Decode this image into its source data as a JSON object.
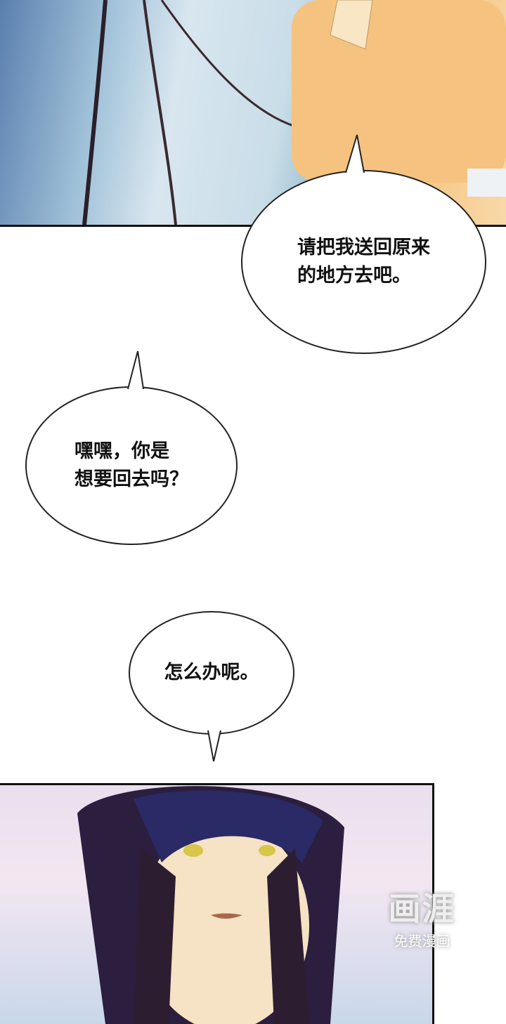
{
  "bubbles": [
    {
      "text": "请把我送回原来\n的地方去吧。"
    },
    {
      "text": "嘿嘿，你是\n想要回去吗？"
    },
    {
      "text": "怎么办呢。"
    }
  ],
  "watermark": {
    "logo": "画涯",
    "subtitle": "免费漫画"
  }
}
